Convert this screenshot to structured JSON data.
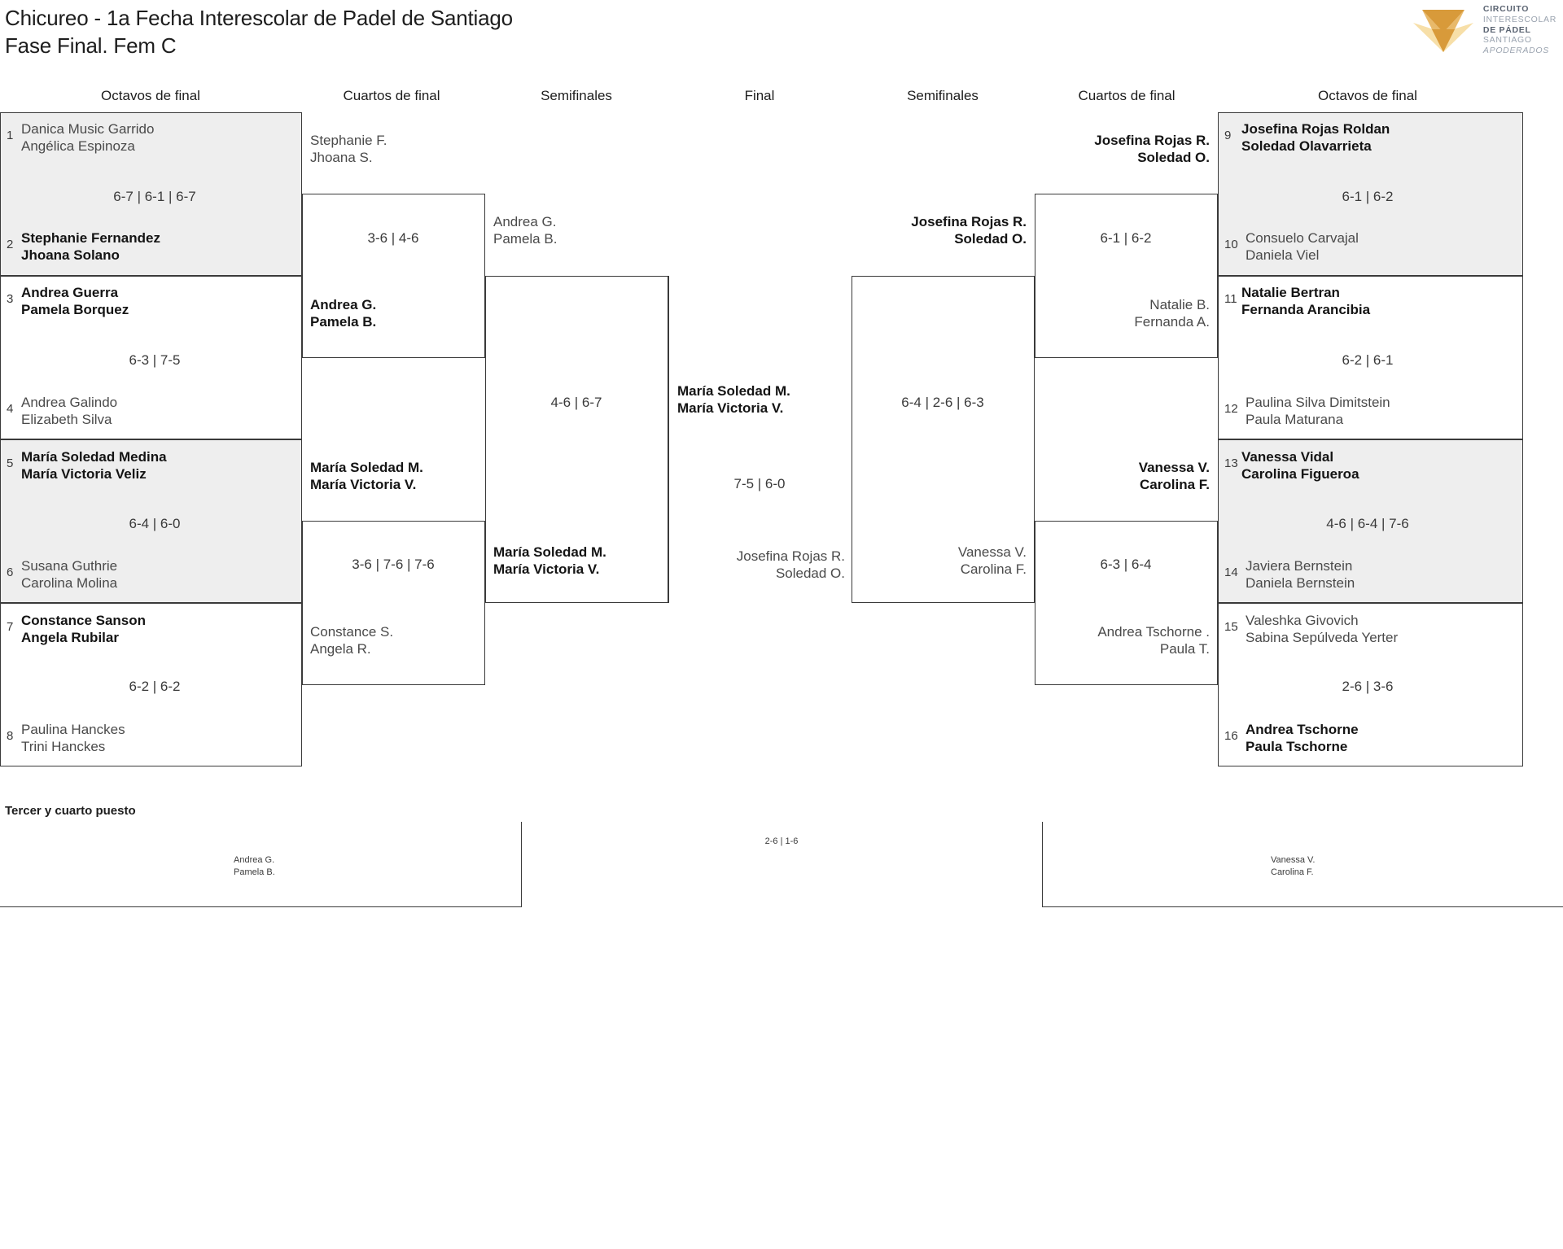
{
  "header": {
    "title_line1": "Chicureo - 1a Fecha Interescolar de Padel de Santiago",
    "title_line2": "Fase Final. Fem C",
    "logo": {
      "line1": "CIRCUITO",
      "line2": "INTERESCOLAR",
      "line3": "DE PÁDEL",
      "line4": "SANTIAGO",
      "line5": "APODERADOS",
      "color_dark": "#D89A3A",
      "color_mid": "#E8B96A",
      "color_light": "#F7DFA8"
    }
  },
  "rounds": {
    "left": [
      "Octavos de final",
      "Cuartos de final",
      "Semifinales"
    ],
    "final": "Final",
    "right": [
      "Semifinales",
      "Cuartos de final",
      "Octavos de final"
    ]
  },
  "left_r16": [
    {
      "shaded": true,
      "top": {
        "seed": "1",
        "p1": "Danica Music Garrido",
        "p2": "Angélica Espinoza",
        "winner": false
      },
      "bottom": {
        "seed": "2",
        "p1": "Stephanie Fernandez",
        "p2": "Jhoana Solano",
        "winner": true
      },
      "score": "6-7 | 6-1 | 6-7"
    },
    {
      "shaded": false,
      "top": {
        "seed": "3",
        "p1": "Andrea Guerra",
        "p2": "Pamela Borquez",
        "winner": true
      },
      "bottom": {
        "seed": "4",
        "p1": "Andrea Galindo",
        "p2": "Elizabeth Silva",
        "winner": false
      },
      "score": "6-3 | 7-5"
    },
    {
      "shaded": true,
      "top": {
        "seed": "5",
        "p1": "María Soledad Medina",
        "p2": "María Victoria Veliz",
        "winner": true
      },
      "bottom": {
        "seed": "6",
        "p1": "Susana Guthrie",
        "p2": "Carolina Molina",
        "winner": false
      },
      "score": "6-4 | 6-0"
    },
    {
      "shaded": false,
      "top": {
        "seed": "7",
        "p1": "Constance Sanson",
        "p2": "Angela Rubilar",
        "winner": true
      },
      "bottom": {
        "seed": "8",
        "p1": "Paulina Hanckes",
        "p2": "Trini Hanckes",
        "winner": false
      },
      "score": "6-2 | 6-2"
    }
  ],
  "left_qf": [
    {
      "top": {
        "p1": "Stephanie F.",
        "p2": "Jhoana S.",
        "winner": false
      },
      "bottom": {
        "p1": "Andrea G.",
        "p2": "Pamela B.",
        "winner": true
      },
      "score": "3-6 | 4-6"
    },
    {
      "top": {
        "p1": "María Soledad M.",
        "p2": "María Victoria V.",
        "winner": true
      },
      "bottom": {
        "p1": "Constance S.",
        "p2": "Angela R.",
        "winner": false
      },
      "score": "3-6 | 7-6 | 7-6"
    }
  ],
  "left_sf": {
    "top": {
      "p1": "Andrea G.",
      "p2": "Pamela B.",
      "winner": false
    },
    "bottom": {
      "p1": "María Soledad M.",
      "p2": "María Victoria V.",
      "winner": true
    },
    "score": "4-6 | 6-7"
  },
  "final_match": {
    "top": {
      "p1": "María Soledad M.",
      "p2": "María Victoria V.",
      "winner": true
    },
    "bottom": {
      "p1": "Josefina Rojas R.",
      "p2": "Soledad O.",
      "winner": false
    },
    "score": "7-5 | 6-0"
  },
  "right_sf": {
    "top": {
      "p1": "Josefina Rojas R.",
      "p2": "Soledad O.",
      "winner": true
    },
    "bottom": {
      "p1": "Vanessa V.",
      "p2": "Carolina F.",
      "winner": false
    },
    "score": "6-4 | 2-6 | 6-3"
  },
  "right_qf": [
    {
      "top": {
        "p1": "Josefina Rojas R.",
        "p2": "Soledad O.",
        "winner": true
      },
      "bottom": {
        "p1": "Natalie B.",
        "p2": "Fernanda A.",
        "winner": false
      },
      "score": "6-1 | 6-2"
    },
    {
      "top": {
        "p1": "Vanessa V.",
        "p2": "Carolina F.",
        "winner": true
      },
      "bottom": {
        "p1": "Andrea Tschorne .",
        "p2": "Paula T.",
        "winner": false
      },
      "score": "6-3 | 6-4"
    }
  ],
  "right_r16": [
    {
      "shaded": true,
      "top": {
        "seed": "9",
        "p1": "Josefina Rojas Roldan",
        "p2": "Soledad Olavarrieta",
        "winner": true
      },
      "bottom": {
        "seed": "10",
        "p1": "Consuelo Carvajal",
        "p2": "Daniela Viel",
        "winner": false
      },
      "score": "6-1 | 6-2"
    },
    {
      "shaded": false,
      "top": {
        "seed": "11",
        "p1": "Natalie Bertran",
        "p2": "Fernanda Arancibia",
        "winner": true
      },
      "bottom": {
        "seed": "12",
        "p1": "Paulina Silva Dimitstein",
        "p2": "Paula Maturana",
        "winner": false
      },
      "score": "6-2 | 6-1"
    },
    {
      "shaded": true,
      "top": {
        "seed": "13",
        "p1": "Vanessa Vidal",
        "p2": "Carolina Figueroa",
        "winner": true
      },
      "bottom": {
        "seed": "14",
        "p1": "Javiera Bernstein",
        "p2": "Daniela Bernstein",
        "winner": false
      },
      "score": "4-6 | 6-4 | 7-6"
    },
    {
      "shaded": false,
      "top": {
        "seed": "15",
        "p1": "Valeshka Givovich",
        "p2": "Sabina Sepúlveda Yerter",
        "winner": false
      },
      "bottom": {
        "seed": "16",
        "p1": "Andrea Tschorne",
        "p2": "Paula Tschorne",
        "winner": true
      },
      "score": "2-6 | 3-6"
    }
  ],
  "third_place": {
    "title": "Tercer y cuarto puesto",
    "left": {
      "p1": "Andrea G.",
      "p2": "Pamela B."
    },
    "right": {
      "p1": "Vanessa V.",
      "p2": "Carolina F."
    },
    "score": "2-6 | 1-6"
  }
}
